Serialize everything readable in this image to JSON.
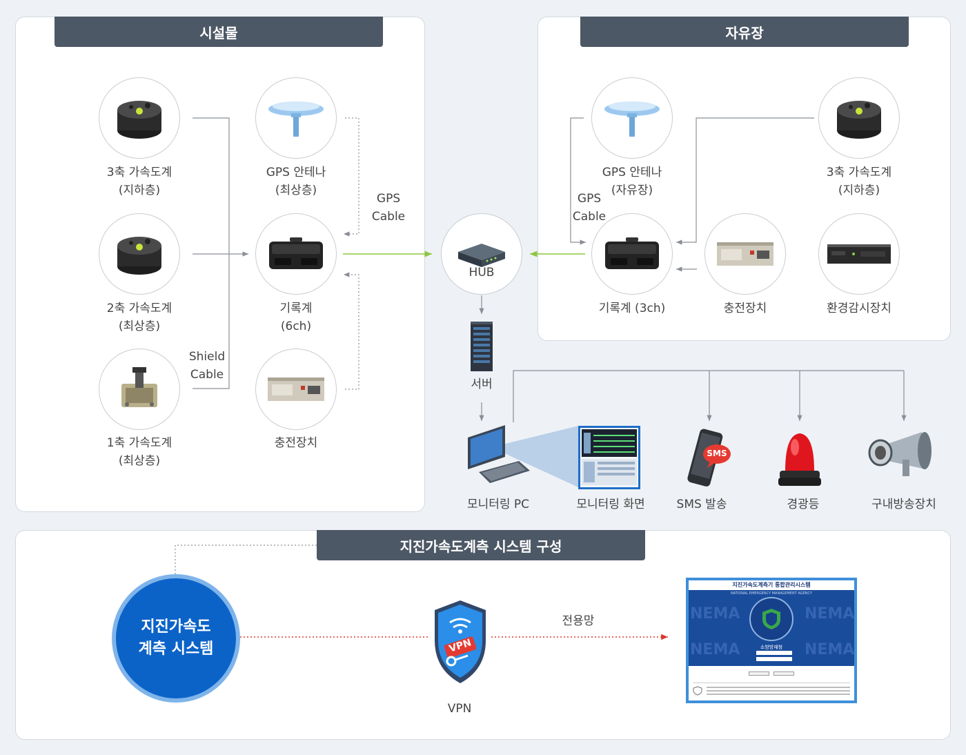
{
  "facility": {
    "title": "시설물",
    "devices": {
      "accel3": {
        "line1": "3축 가속도계",
        "line2": "(지하층)"
      },
      "accel2": {
        "line1": "2축 가속도계",
        "line2": "(최상층)"
      },
      "accel1": {
        "line1": "1축 가속도계",
        "line2": "(최상층)"
      },
      "gps": {
        "line1": "GPS 안테나",
        "line2": "(최상층)"
      },
      "recorder": {
        "line1": "기록계",
        "line2": "(6ch)"
      },
      "charger": {
        "line1": "충전장치"
      }
    },
    "shield_cable": {
      "line1": "Shield",
      "line2": "Cable"
    },
    "gps_cable": {
      "line1": "GPS",
      "line2": "Cable"
    }
  },
  "free_field": {
    "title": "자유장",
    "devices": {
      "gps": {
        "line1": "GPS 안테나",
        "line2": "(자유장)"
      },
      "accel3": {
        "line1": "3축 가속도계",
        "line2": "(지하층)"
      },
      "recorder": {
        "line1": "기록계 (3ch)"
      },
      "charger": {
        "line1": "충전장치"
      },
      "env": {
        "line1": "환경감시장치"
      }
    },
    "gps_cable": {
      "line1": "GPS",
      "line2": "Cable"
    }
  },
  "center": {
    "hub": "HUB",
    "server": "서버"
  },
  "outputs": {
    "monitor_pc": "모니터링 PC",
    "monitor_screen": "모니터링 화면",
    "sms": "SMS 발송",
    "sms_bubble": "SMS",
    "alarm_light": "경광등",
    "pa": "구내방송장치"
  },
  "system": {
    "title": "지진가속도계측 시스템 구성",
    "circle_line1": "지진가속도",
    "circle_line2": "계측 시스템",
    "vpn": "VPN",
    "vpn_badge": "VPN",
    "network": "전용망",
    "screen_title": "지진가속도계측기 통합관리시스템",
    "watermark": "NEMA",
    "seal_text": "NATIONAL EMERGENCY MANAGEMENT AGENCY",
    "org_label": "소방방재청"
  },
  "colors": {
    "tab_bg": "#4d5866",
    "green_arrow": "#8cc63f",
    "gray_line": "#8a8f96",
    "red_dotted": "#d9382b",
    "circle_blue": "#0b63c8",
    "circle_ring": "#7fb4ea"
  }
}
